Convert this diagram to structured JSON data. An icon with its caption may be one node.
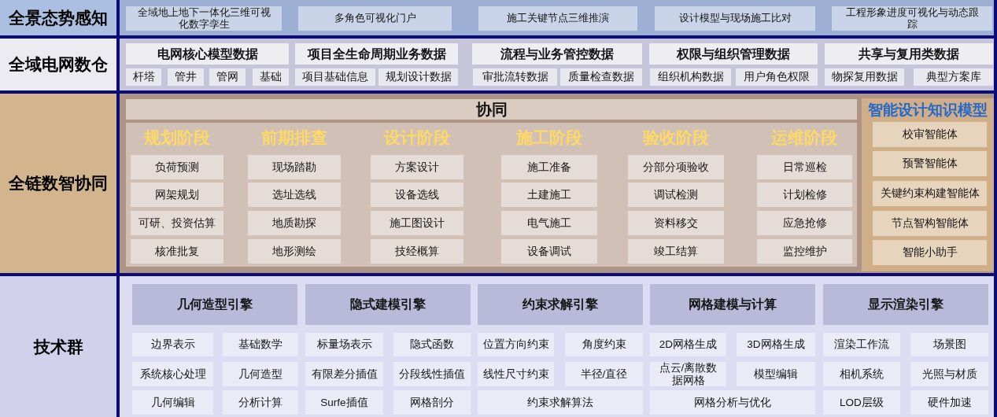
{
  "diagram": {
    "nodes": [
      {
        "text": [
          "全景态势感知"
        ]
      },
      {
        "text": [
          "全域地上地下一体化三维可视化数字孪生"
        ],
        "in": 0
      },
      {
        "text": [
          "多角色可视化门户"
        ],
        "in": 0
      },
      {
        "text": [
          "施工关键节点三维推演"
        ],
        "in": 0
      },
      {
        "text": [
          "设计模型与现场施工比对"
        ],
        "in": 0
      },
      {
        "text": [
          "工程形象进度可视化与动态跟踪"
        ],
        "in": 0
      },
      {
        "text": [
          "全域电网数仓"
        ]
      },
      {
        "text": [
          "电网核心模型数据"
        ],
        "in": 6
      },
      {
        "text": [
          "项目全生命周期业务数据"
        ],
        "in": 6
      },
      {
        "text": [
          "流程与业务管控数据"
        ],
        "in": 6
      },
      {
        "text": [
          "权限与组织管理数据"
        ],
        "in": 6
      },
      {
        "text": [
          "共享与复用类数据"
        ],
        "in": 6
      },
      {
        "text": [
          "杆塔"
        ],
        "in": 6
      },
      {
        "text": [
          "管井"
        ],
        "in": 6
      },
      {
        "text": [
          "管网"
        ],
        "in": 6
      },
      {
        "text": [
          "基础"
        ],
        "in": 6
      },
      {
        "text": [
          "项目基础信息"
        ],
        "in": 6
      },
      {
        "text": [
          "规划设计数据"
        ],
        "in": 6
      },
      {
        "text": [
          "审批流转数据"
        ],
        "in": 6
      },
      {
        "text": [
          "质量检查数据"
        ],
        "in": 6
      },
      {
        "text": [
          "组织机构数据"
        ],
        "in": 6
      },
      {
        "text": [
          "用户角色权限"
        ],
        "in": 6
      },
      {
        "text": [
          "物探复用数据"
        ],
        "in": 6
      },
      {
        "text": [
          "典型方案库"
        ],
        "in": 6
      },
      {
        "text": [
          "全链数智协同"
        ]
      },
      {
        "text": [
          "协同"
        ],
        "in": 24
      },
      {
        "text": [
          "规划阶段",
          "前期排查",
          "设计阶段",
          "施工阶段",
          "验收阶段",
          "运维阶段"
        ],
        "in": 24
      },
      {
        "text": [
          "负荷预测"
        ],
        "in": 26
      },
      {
        "text": [
          "现场踏勘"
        ],
        "in": 26
      },
      {
        "text": [
          "方案设计"
        ],
        "in": 26
      },
      {
        "text": [
          "施工准备"
        ],
        "in": 26
      },
      {
        "text": [
          "分部分项验收"
        ],
        "in": 26
      },
      {
        "text": [
          "日常巡检"
        ],
        "in": 26
      },
      {
        "text": [
          "网架规划"
        ],
        "in": 26
      },
      {
        "text": [
          "选址选线"
        ],
        "in": 26
      },
      {
        "text": [
          "设备选线"
        ],
        "in": 26
      },
      {
        "text": [
          "土建施工"
        ],
        "in": 26
      },
      {
        "text": [
          "调试检测"
        ],
        "in": 26
      },
      {
        "text": [
          "计划检修"
        ],
        "in": 26
      },
      {
        "text": [
          "可研、投资估算"
        ],
        "in": 26
      },
      {
        "text": [
          "地质勘探"
        ],
        "in": 26
      },
      {
        "text": [
          "施工图设计"
        ],
        "in": 26
      },
      {
        "text": [
          "电气施工"
        ],
        "in": 26
      },
      {
        "text": [
          "资料移交"
        ],
        "in": 26
      },
      {
        "text": [
          "应急抢修"
        ],
        "in": 26
      },
      {
        "text": [
          "核准批复"
        ],
        "in": 26
      },
      {
        "text": [
          "地形测绘"
        ],
        "in": 26
      },
      {
        "text": [
          "技经概算"
        ],
        "in": 26
      },
      {
        "text": [
          "设备调试"
        ],
        "in": 26
      },
      {
        "text": [
          "竣工结算"
        ],
        "in": 26
      },
      {
        "text": [
          "监控维护"
        ],
        "in": 26
      },
      {
        "text": [
          "智能设计知识模型"
        ],
        "in": 24
      },
      {
        "text": [
          "校审智能体"
        ],
        "in": 51
      },
      {
        "text": [
          "预警智能体"
        ],
        "in": 51
      },
      {
        "text": [
          "关键约束构建智能体"
        ],
        "in": 51
      },
      {
        "text": [
          "节点智构智能体"
        ],
        "in": 51
      },
      {
        "text": [
          "智能小助手"
        ],
        "in": 51
      },
      {
        "text": [
          "技术群"
        ]
      },
      {
        "text": [
          "几何造型引擎"
        ],
        "in": 57
      },
      {
        "text": [
          "隐式建模引擎"
        ],
        "in": 57
      },
      {
        "text": [
          "约束求解引擎"
        ],
        "in": 57
      },
      {
        "text": [
          "网格建模与计算"
        ],
        "in": 57
      },
      {
        "text": [
          "显示渲染引擎"
        ],
        "in": 57
      },
      {
        "text": [
          "边界表示"
        ],
        "in": 57
      },
      {
        "text": [
          "基础数学"
        ],
        "in": 57
      },
      {
        "text": [
          "标量场表示"
        ],
        "in": 57
      },
      {
        "text": [
          "隐式函数"
        ],
        "in": 57
      },
      {
        "text": [
          "位置方向约束"
        ],
        "in": 57
      },
      {
        "text": [
          "角度约束"
        ],
        "in": 57
      },
      {
        "text": [
          "2D网格生成"
        ],
        "in": 57
      },
      {
        "text": [
          "3D网格生成"
        ],
        "in": 57
      },
      {
        "text": [
          "渲染工作流"
        ],
        "in": 57
      },
      {
        "text": [
          "场景图"
        ],
        "in": 57
      },
      {
        "text": [
          "系统核心处理"
        ],
        "in": 57
      },
      {
        "text": [
          "几何造型"
        ],
        "in": 57
      },
      {
        "text": [
          "有限差分插值"
        ],
        "in": 57
      },
      {
        "text": [
          "分段线性插值"
        ],
        "in": 57
      },
      {
        "text": [
          "线性尺寸约束"
        ],
        "in": 57
      },
      {
        "text": [
          "半径/直径"
        ],
        "in": 57
      },
      {
        "text": [
          "点云/离散数据网格"
        ],
        "in": 57
      },
      {
        "text": [
          "模型编辑"
        ],
        "in": 57
      },
      {
        "text": [
          "相机系统"
        ],
        "in": 57
      },
      {
        "text": [
          "光照与材质"
        ],
        "in": 57
      },
      {
        "text": [
          "几何编辑"
        ],
        "in": 57
      },
      {
        "text": [
          "分析计算"
        ],
        "in": 57
      },
      {
        "text": [
          "Surfe插值"
        ],
        "in": 57
      },
      {
        "text": [
          "网格剖分"
        ],
        "in": 57
      },
      {
        "text": [
          "约束求解算法"
        ],
        "in": 57
      },
      {
        "text": [
          "网格分析与优化"
        ],
        "in": 57
      },
      {
        "text": [
          "LOD层级"
        ],
        "in": 57
      },
      {
        "text": [
          "硬件加速"
        ],
        "in": 57
      }
    ]
  }
}
